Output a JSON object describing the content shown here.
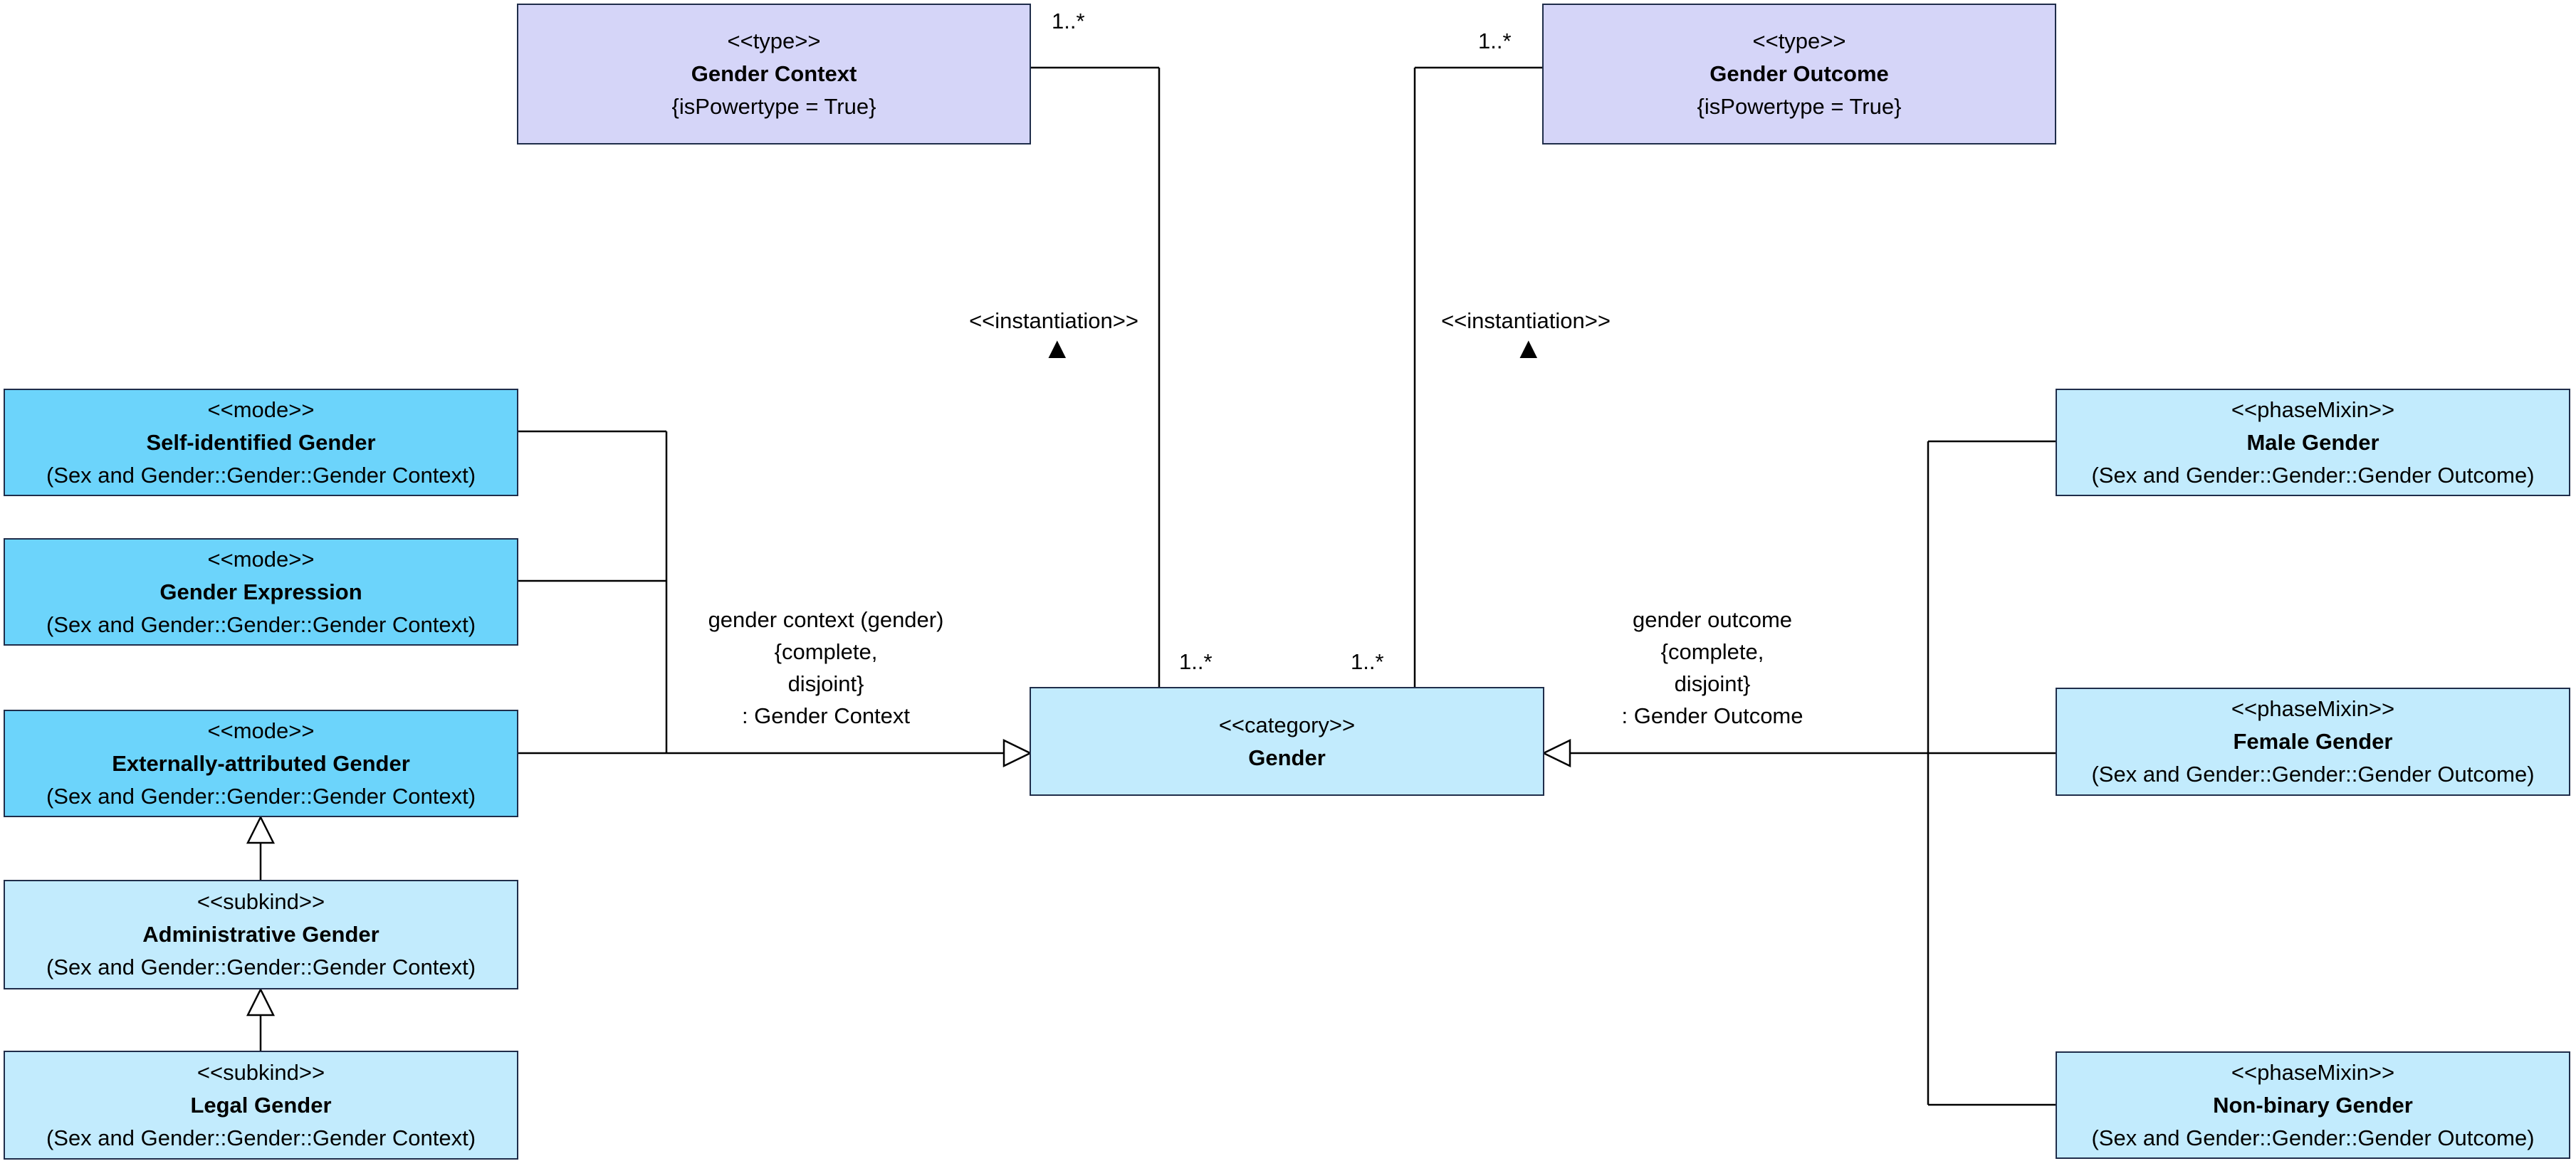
{
  "classes": {
    "gender_context": {
      "stereotype": "<<type>>",
      "name": "Gender Context",
      "extra": "{isPowertype = True}"
    },
    "gender_outcome": {
      "stereotype": "<<type>>",
      "name": "Gender Outcome",
      "extra": "{isPowertype = True}"
    },
    "self_identified": {
      "stereotype": "<<mode>>",
      "name": "Self-identified Gender",
      "extra": "(Sex and Gender::Gender::Gender Context)"
    },
    "gender_expression": {
      "stereotype": "<<mode>>",
      "name": "Gender Expression",
      "extra": "(Sex and Gender::Gender::Gender Context)"
    },
    "externally_attributed": {
      "stereotype": "<<mode>>",
      "name": "Externally-attributed Gender",
      "extra": "(Sex and Gender::Gender::Gender Context)"
    },
    "administrative": {
      "stereotype": "<<subkind>>",
      "name": "Administrative Gender",
      "extra": "(Sex and Gender::Gender::Gender Context)"
    },
    "legal": {
      "stereotype": "<<subkind>>",
      "name": "Legal Gender",
      "extra": "(Sex and Gender::Gender::Gender Context)"
    },
    "gender": {
      "stereotype": "<<category>>",
      "name": "Gender"
    },
    "male": {
      "stereotype": "<<phaseMixin>>",
      "name": "Male Gender",
      "extra": "(Sex and Gender::Gender::Gender Outcome)"
    },
    "female": {
      "stereotype": "<<phaseMixin>>",
      "name": "Female Gender",
      "extra": "(Sex and Gender::Gender::Gender Outcome)"
    },
    "nonbinary": {
      "stereotype": "<<phaseMixin>>",
      "name": "Non-binary Gender",
      "extra": "(Sex and Gender::Gender::Gender Outcome)"
    }
  },
  "generalization_sets": {
    "context": {
      "line1": "gender context (gender)",
      "line2": "{complete,",
      "line3": "disjoint}",
      "line4": ": Gender Context"
    },
    "outcome": {
      "line1": "gender outcome",
      "line2": "{complete,",
      "line3": "disjoint}",
      "line4": ": Gender Outcome"
    }
  },
  "instantiations": {
    "left": {
      "label": "<<instantiation>>",
      "mult_top": "1..*",
      "mult_bottom": "1..*"
    },
    "right": {
      "label": "<<instantiation>>",
      "mult_top": "1..*",
      "mult_bottom": "1..*"
    }
  },
  "colors": {
    "type_fill": "#d5d5f8",
    "mode_fill": "#6cd4fb",
    "light_fill": "#c2ebfd",
    "border": "#1f2d4a"
  }
}
